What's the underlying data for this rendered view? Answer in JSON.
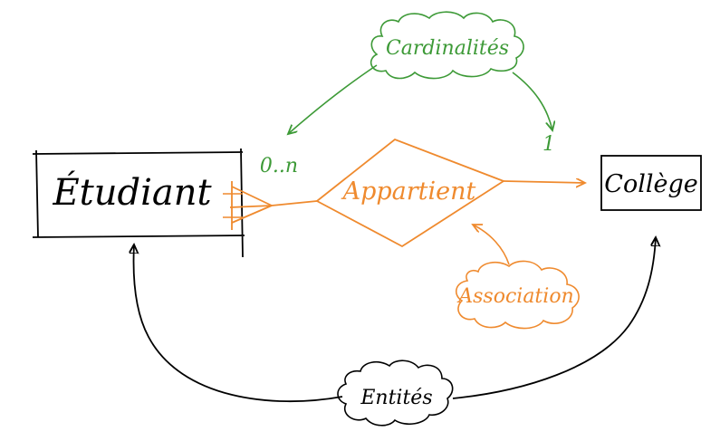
{
  "colors": {
    "entity": "#000000",
    "association": "#ef8a2e",
    "cardinality": "#3d9a37"
  },
  "entities": {
    "student": "Étudiant",
    "college": "Collège"
  },
  "association": {
    "label": "Appartient"
  },
  "cardinalities": {
    "student_side": "0..n",
    "college_side": "1"
  },
  "callouts": {
    "cardinalities": "Cardinalités",
    "association": "Association",
    "entities": "Entités"
  }
}
